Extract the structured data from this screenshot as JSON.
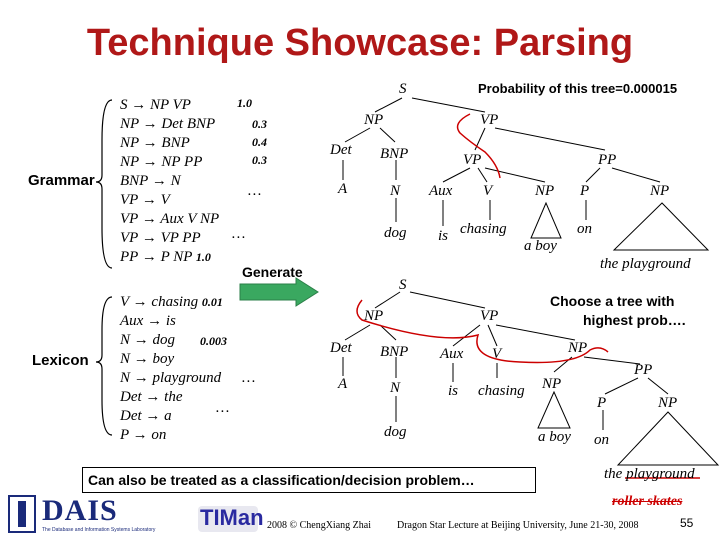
{
  "title": "Technique Showcase: Parsing",
  "grammar_label": "Grammar",
  "lexicon_label": "Lexicon",
  "grammar_rules": [
    {
      "lhs": "S",
      "rhs": "NP VP"
    },
    {
      "lhs": "NP",
      "rhs": "Det BNP"
    },
    {
      "lhs": "NP",
      "rhs": "BNP"
    },
    {
      "lhs": "NP",
      "rhs": "NP PP"
    },
    {
      "lhs": "BNP",
      "rhs": "N"
    },
    {
      "lhs": "VP",
      "rhs": "V"
    },
    {
      "lhs": "VP",
      "rhs": "Aux V NP"
    },
    {
      "lhs": "VP",
      "rhs": "VP PP"
    },
    {
      "lhs": "PP",
      "rhs": "P NP"
    }
  ],
  "grammar_probs": [
    "1.0",
    "0.3",
    "0.4",
    "0.3",
    "…",
    "…",
    "1.0"
  ],
  "lexicon_rules": [
    {
      "lhs": "V",
      "rhs": "chasing"
    },
    {
      "lhs": "Aux",
      "rhs": "is"
    },
    {
      "lhs": "N",
      "rhs": "dog"
    },
    {
      "lhs": "N",
      "rhs": "boy"
    },
    {
      "lhs": "N",
      "rhs": "playground"
    },
    {
      "lhs": "Det",
      "rhs": "the"
    },
    {
      "lhs": "Det",
      "rhs": "a"
    },
    {
      "lhs": "P",
      "rhs": "on"
    }
  ],
  "lexicon_probs": [
    "0.01",
    "0.003",
    "…",
    "…"
  ],
  "generate_label": "Generate",
  "probability_text": "Probability of this tree=0.000015",
  "choose_text_1": "Choose a tree with",
  "choose_text_2": "highest prob….",
  "note_text": "Can also be treated as a classification/decision problem…",
  "tree1": {
    "S": "S",
    "NP": "NP",
    "VP_top": "VP",
    "Det": "Det",
    "BNP": "BNP",
    "A": "A",
    "N": "N",
    "dog": "dog",
    "VP_inner": "VP",
    "PP": "PP",
    "Aux": "Aux",
    "V": "V",
    "NP_obj": "NP",
    "P": "P",
    "NP_pp": "NP",
    "is": "is",
    "chasing": "chasing",
    "a_boy": "a boy",
    "on": "on",
    "the_playground": "the playground"
  },
  "tree2": {
    "S": "S",
    "NP": "NP",
    "VP": "VP",
    "Det": "Det",
    "BNP": "BNP",
    "A": "A",
    "N": "N",
    "dog": "dog",
    "Aux": "Aux",
    "V": "V",
    "NP_obj": "NP",
    "NP_inner": "NP",
    "PP": "PP",
    "P": "P",
    "NP_pp": "NP",
    "is": "is",
    "chasing": "chasing",
    "a_boy": "a boy",
    "on": "on",
    "the_playground": "the playground"
  },
  "roller_text": "roller skates",
  "footer_copyright": "2008 © ChengXiang Zhai",
  "footer_lecture": "Dragon Star Lecture at Beijing University, June 21-30, 2008",
  "page_number": "55",
  "logo_dais": "DAIS",
  "logo_dais_sub": "The Database and Information Systems Laboratory",
  "logo_timan": "TIMan",
  "colors": {
    "title": "#b01818",
    "arrow": "#3aa860",
    "strike": "#cc0000",
    "logo_blue": "#1a2a7a"
  }
}
